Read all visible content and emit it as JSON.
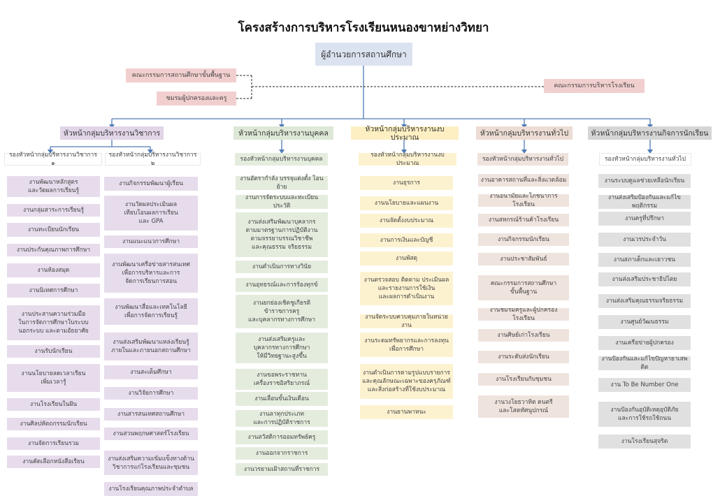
{
  "title": "โครงสร้างการบริหารโรงเรียนหนองขาหย่างวิทยา",
  "director": "ผู้อำนวยการสถานศึกษา",
  "committees": {
    "basic_education_board": "คณะกรรมการสถานศึกษาขั้นพื้นฐาน",
    "parent_teacher_association": "ชมรมผู้ปกครองและครู",
    "school_admin_board": "คณะกรรมการบริหารโรงเรียน"
  },
  "colors": {
    "top": "#dce3f0",
    "pink": "#f2cfcf",
    "violet": "#e1d5e7",
    "green": "#dde8d6",
    "yellow": "#fdefc2",
    "tan": "#ecdcd4",
    "gray": "#d5d5d5",
    "line": "#4f7bb5"
  },
  "departments": [
    {
      "head": "หัวหน้ากลุ่มบริหารงานวิชาการ",
      "deputies": [
        {
          "label": "รองหัวหน้ากลุ่มบริหารงานวิชาการ ๑",
          "tasks": [
            "งานพัฒนาหลักสูตร\nและวัดผลการเรียนรู้",
            "งานกลุ่มสาระการเรียนรู้",
            "งานทะเบียนนักเรียน",
            "งานประกันคุณภาพการศึกษา",
            "งานห้องสมุด",
            "งานนิเทศการศึกษา",
            "งานประสานความร่วมมือ\nในการจัดการศึกษาในระบบ\nนอกระบบ และตามอัธยาศัย",
            "งานรับนักเรียน",
            "งานนโยบายลดเวลาเรียน\nเพิ่มเวลารู้",
            "งานโรงเรียนในฝัน",
            "งานศิลปหัตถกรรมนักเรียน",
            "งานจัดการเรียนรวม",
            "งานคัดเลือกหนังสือเรียน"
          ]
        },
        {
          "label": "รองหัวหน้ากลุ่มบริหารงานวิชาการ ๒",
          "tasks": [
            "งานกิจกรรมพัฒนาผู้เรียน",
            "งานวัดผลประเมินผล\nเทียบโอนผลการเรียน\nและ GPA",
            "งานแนะแนวการศึกษา",
            "งานพัฒนาเครือข่ายสารสนเทศ\nเพื่อการบริหารและการ\nจัดการเรียนการสอน",
            "งานพัฒนาสื่อและเทคโนโลยี\nเพื่อการจัดการเรียนรู้",
            "งานส่งเสริมพัฒนาแหล่งเรียนรู้\nภายในและภายนอกสถานศึกษา",
            "งานสะเต็มศึกษา",
            "งานวิจัยการศึกษา",
            "งานสารสนเทศสถานศึกษา",
            "งานสวนพฤกษศาสตร์โรงเรียน",
            "งานส่งเสริมความเข้มแข็งทางด้าน\nวิชาการแก่โรงเรียนและชุมชน",
            "งานโรงเรียนคุณภาพประจำตำบล"
          ]
        }
      ]
    },
    {
      "head": "หัวหน้ากลุ่มบริหารงานบุคคล",
      "deputy": "รองหัวหน้ากลุ่มบริหารงานบุคคล",
      "tasks": [
        "งานอัตรากำลัง บรรจุแต่งตั้ง โอน ย้าย",
        "งานการจัดระบบและทะเบียนประวัติ",
        "งานส่งเสริมพัฒนาบุคลากร\nตามมาตรฐานการปฏิบัติงาน\nตามจรรยาบรรณวิชาชีพ\nและคุณธรรม จริยธรรม",
        "งานดำเนินการทางวินัย",
        "งานอุทธรณ์และการร้องทุกข์",
        "งานยกย่องเชิดชูเกียรติ\nข้าราชการครู\nและบุคลากรทางการศึกษา",
        "งานส่งเสริมครูและ\nบุคลากรทางการศึกษา\nให้มีวิทยฐานะสูงขึ้น",
        "งานขอพระราชทาน\nเครื่องราชอิสริยาภรณ์",
        "งานเลื่อนขั้นเงินเดือน",
        "งานลาทุกประเภท\nและการปฏิบัติราชการ",
        "งานสวัสดิการออมทรัพย์ครู",
        "งานออกจากราชการ",
        "งานวรยามเฝ้าสถานที่ราชการ"
      ]
    },
    {
      "head": "หัวหน้ากลุ่มบริหารงานงบประมาณ",
      "deputy": "รองหัวหน้ากลุ่มบริหารงานงบประมาณ",
      "tasks": [
        "งานธุรการ",
        "งานนโยบายและแผนงาน",
        "งานจัดตั้งงบประมาณ",
        "งานการเงินและบัญชี",
        "งานพัสดุ",
        "งานตรวจสอบ ติดตาม ประเมินผล\nและรายงานการใช้เงิน\nและผลการดำเนินงาน",
        "งานจัดระบบควบคุมภายในหน่วยงาน",
        "งานระดมทรัพยากรและการลงทุน\nเพื่อการศึกษา",
        "งานดำเนินการตามรูปแบบรายการ\nและคุณลักษณะเฉพาะของครุภัณฑ์\nและสิ่งก่อสร้างที่ใช้งบประมาณ",
        "งานยานพาหนะ"
      ]
    },
    {
      "head": "หัวหน้ากลุ่มบริหารงานทั่วไป",
      "deputy": "รองหัวหน้ากลุ่มบริหารงานทั่วไป",
      "tasks": [
        "งานอาคารสถานที่และสิ่งแวดล้อม",
        "งานอนามัยและโภชนาการโรงเรียน",
        "งานสหกรณ์ร้านค้าโรงเรียน",
        "งานกิจกรรมนักเรียน",
        "งานประชาสัมพันธ์",
        "คณะกรรมการสถานศึกษา\nขั้นพื้นฐาน",
        "งานชมรมครูและผู้ปกครองโรงเรียน",
        "งานศิษย์เก่าโรงเรียน",
        "งานระดับส่งนักเรียน",
        "งานโรงเรียนกับชุมชน",
        "งานวงโยธวาทิต ดนตรี\nและโสตทัศนูปกรณ์"
      ]
    },
    {
      "head": "หัวหน้ากลุ่มบริหารงานกิจการนักเรียน",
      "deputy": "รองหัวหน้ากลุ่มบริหารงานทั่วไป",
      "tasks": [
        "งานระบบดูแลช่วยเหลือนักเรียน",
        "งานส่งเสริมป้องกันและแก้ไขพฤติกรรม",
        "งานครูที่ปรึกษา",
        "งานเวรประจำวัน",
        "งานสภาเด็กและเยาวชน",
        "งานส่งเสริมประชาธิปไตย",
        "งานส่งเสริมคุณธรรมจริยธรรม",
        "งานศูนย์วัฒนธรรม",
        "งานเครือข่ายผู้ปกครอง",
        "งานป้องกันและแก้ไขปัญหายาเสพติด",
        "งาน To Be Number One",
        "งานป้องกันอุบัติเหตุอุบัติภัย\nและการใช้รถใช้ถนน",
        "งานโรงเรียนสุจริต"
      ]
    }
  ]
}
